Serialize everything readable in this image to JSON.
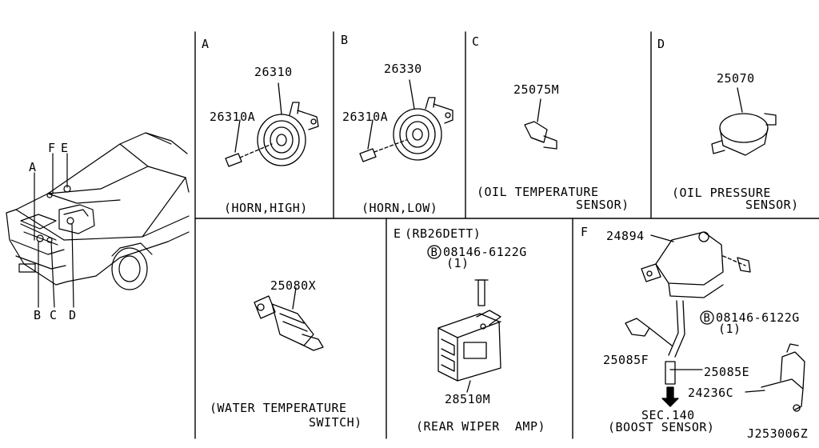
{
  "diagram_code": "J253006Z",
  "car_callouts": [
    "A",
    "B",
    "C",
    "D",
    "E",
    "F"
  ],
  "panels": {
    "a": {
      "letter": "A",
      "parts": [
        "26310",
        "26310A"
      ],
      "caption": "(HORN,HIGH)"
    },
    "b": {
      "letter": "B",
      "parts": [
        "26330",
        "26310A"
      ],
      "caption": "(HORN,LOW)"
    },
    "c": {
      "letter": "C",
      "parts": [
        "25075M"
      ],
      "caption_line1": "(OIL TEMPERATURE",
      "caption_line2": "SENSOR)"
    },
    "d": {
      "letter": "D",
      "parts": [
        "25070"
      ],
      "caption_line1": "(OIL PRESSURE",
      "caption_line2": "SENSOR)"
    },
    "water": {
      "parts": [
        "25080X"
      ],
      "caption_line1": "(WATER TEMPERATURE",
      "caption_line2": "SWITCH)"
    },
    "e": {
      "letter": "E",
      "variant": "(RB26DETT)",
      "bolt_code": "08146-6122G",
      "bolt_qty": "(1)",
      "bolt_marker": "B",
      "parts": [
        "28510M"
      ],
      "caption": "(REAR WIPER  AMP)"
    },
    "f": {
      "letter": "F",
      "parts": [
        "24894",
        "25085F",
        "25085E",
        "24236C"
      ],
      "bolt_code": "08146-6122G",
      "bolt_qty": "(1)",
      "bolt_marker": "B",
      "sec": "SEC.140",
      "caption": "(BOOST SENSOR)"
    }
  }
}
